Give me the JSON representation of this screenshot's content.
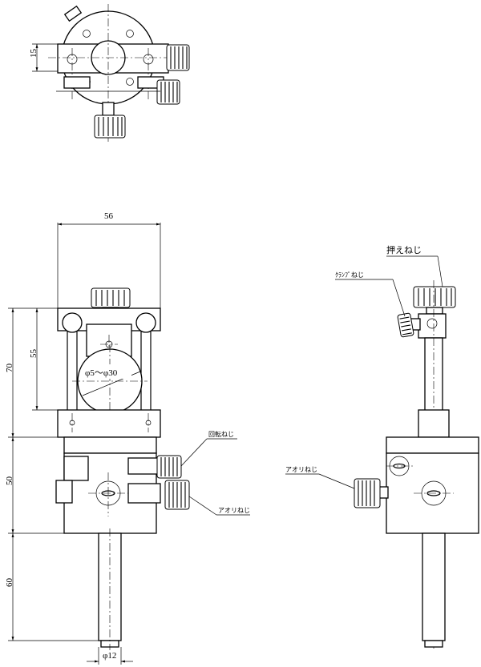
{
  "dimensions": {
    "top_height": "15",
    "width": "56",
    "upper_height": "70",
    "clamp_height": "55",
    "middle_height": "50",
    "rod_length": "60",
    "rod_diameter": "φ12",
    "bore_range": "φ5～φ30"
  },
  "labels": {
    "rotation_screw": "回転ねじ",
    "tilt_screw_front": "アオリねじ",
    "tilt_screw_side": "アオリねじ",
    "push_screw": "押えねじ",
    "clamp_screw": "ｸﾗﾝﾌﾟねじ"
  }
}
